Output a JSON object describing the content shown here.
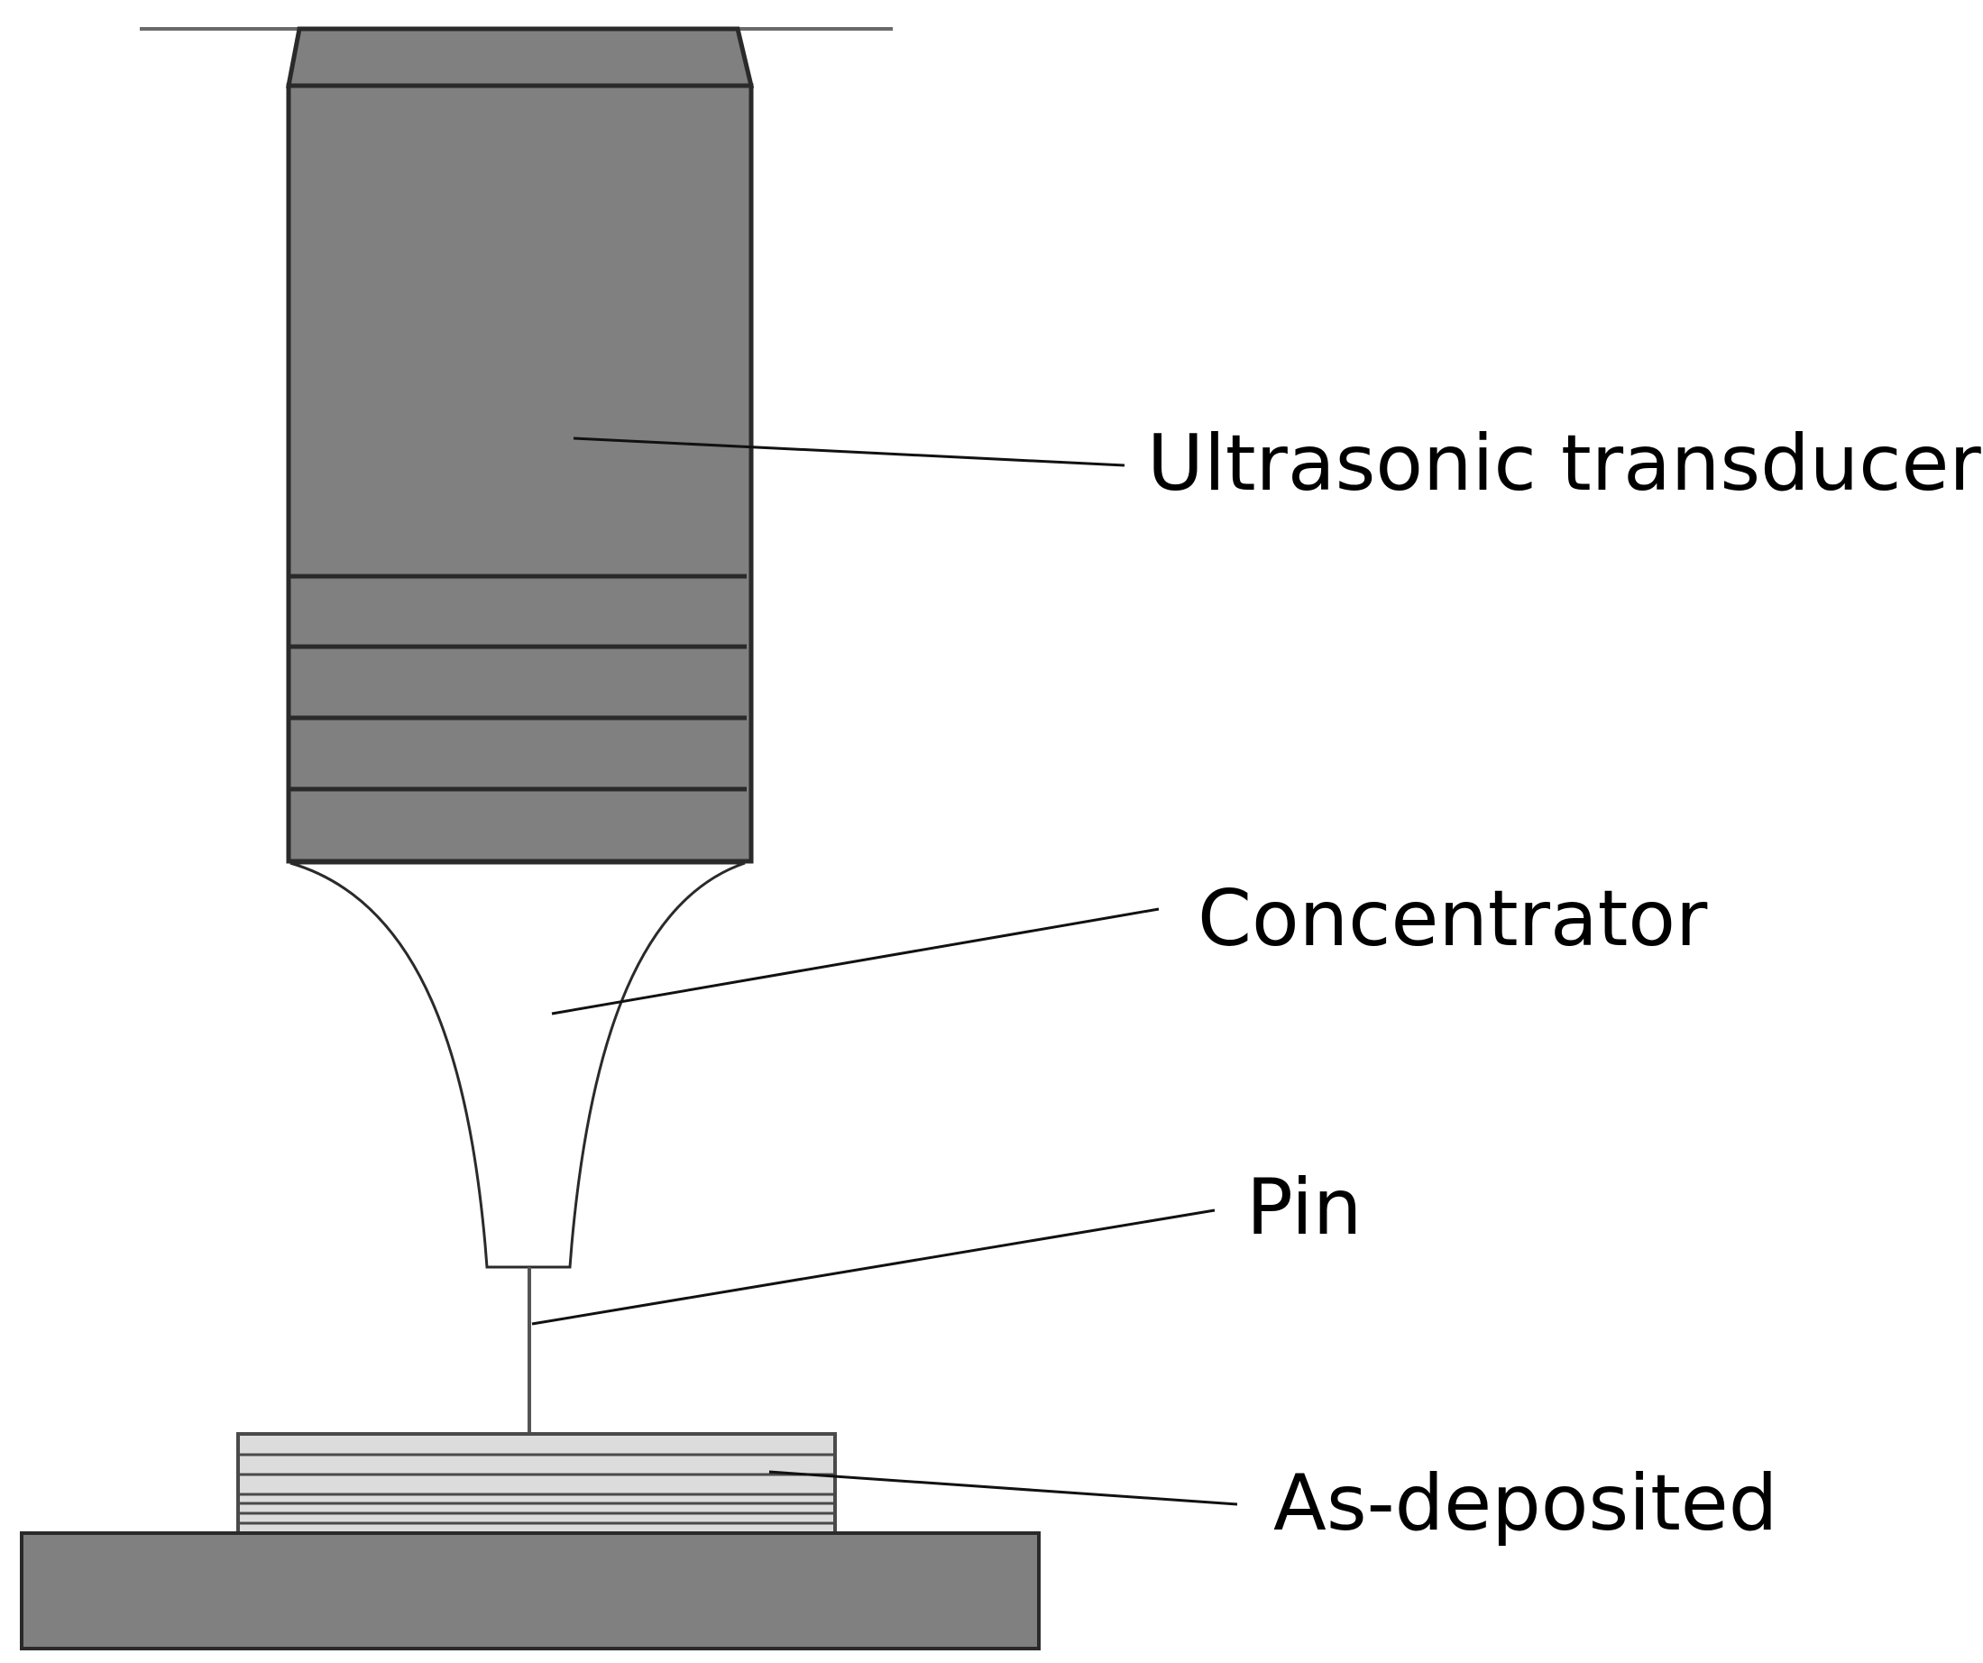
{
  "diagram": {
    "labels": {
      "transducer": "Ultrasonic transducer",
      "concentrator": "Concentrator",
      "pin": "Pin",
      "deposit": "As-deposited"
    },
    "colors": {
      "transducer_fill": "#808080",
      "base_fill": "#808080",
      "deposit_fill": "#dcdcdc",
      "outline": "#2a2a2a",
      "concentrator_fill": "#ffffff"
    }
  }
}
